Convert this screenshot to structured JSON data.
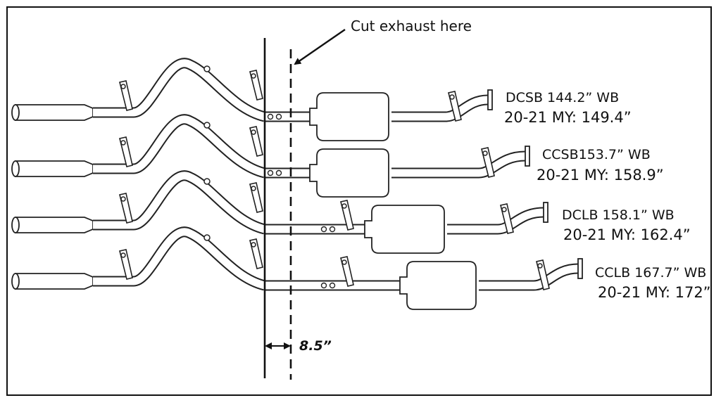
{
  "annotation": {
    "cut_label": "Cut exhaust here",
    "dimension_label": "8.5”"
  },
  "rows": [
    {
      "model": "DCSB 144.2” WB",
      "my": "20-21 MY: 149.4”"
    },
    {
      "model": "CCSB153.7” WB",
      "my": "20-21 MY: 158.9”"
    },
    {
      "model": "DCLB 158.1” WB",
      "my": "20-21 MY: 162.4”"
    },
    {
      "model": "CCLB 167.7” WB",
      "my": "20-21 MY: 172”"
    }
  ],
  "colors": {
    "line": "#222222",
    "fill": "#ffffff"
  }
}
